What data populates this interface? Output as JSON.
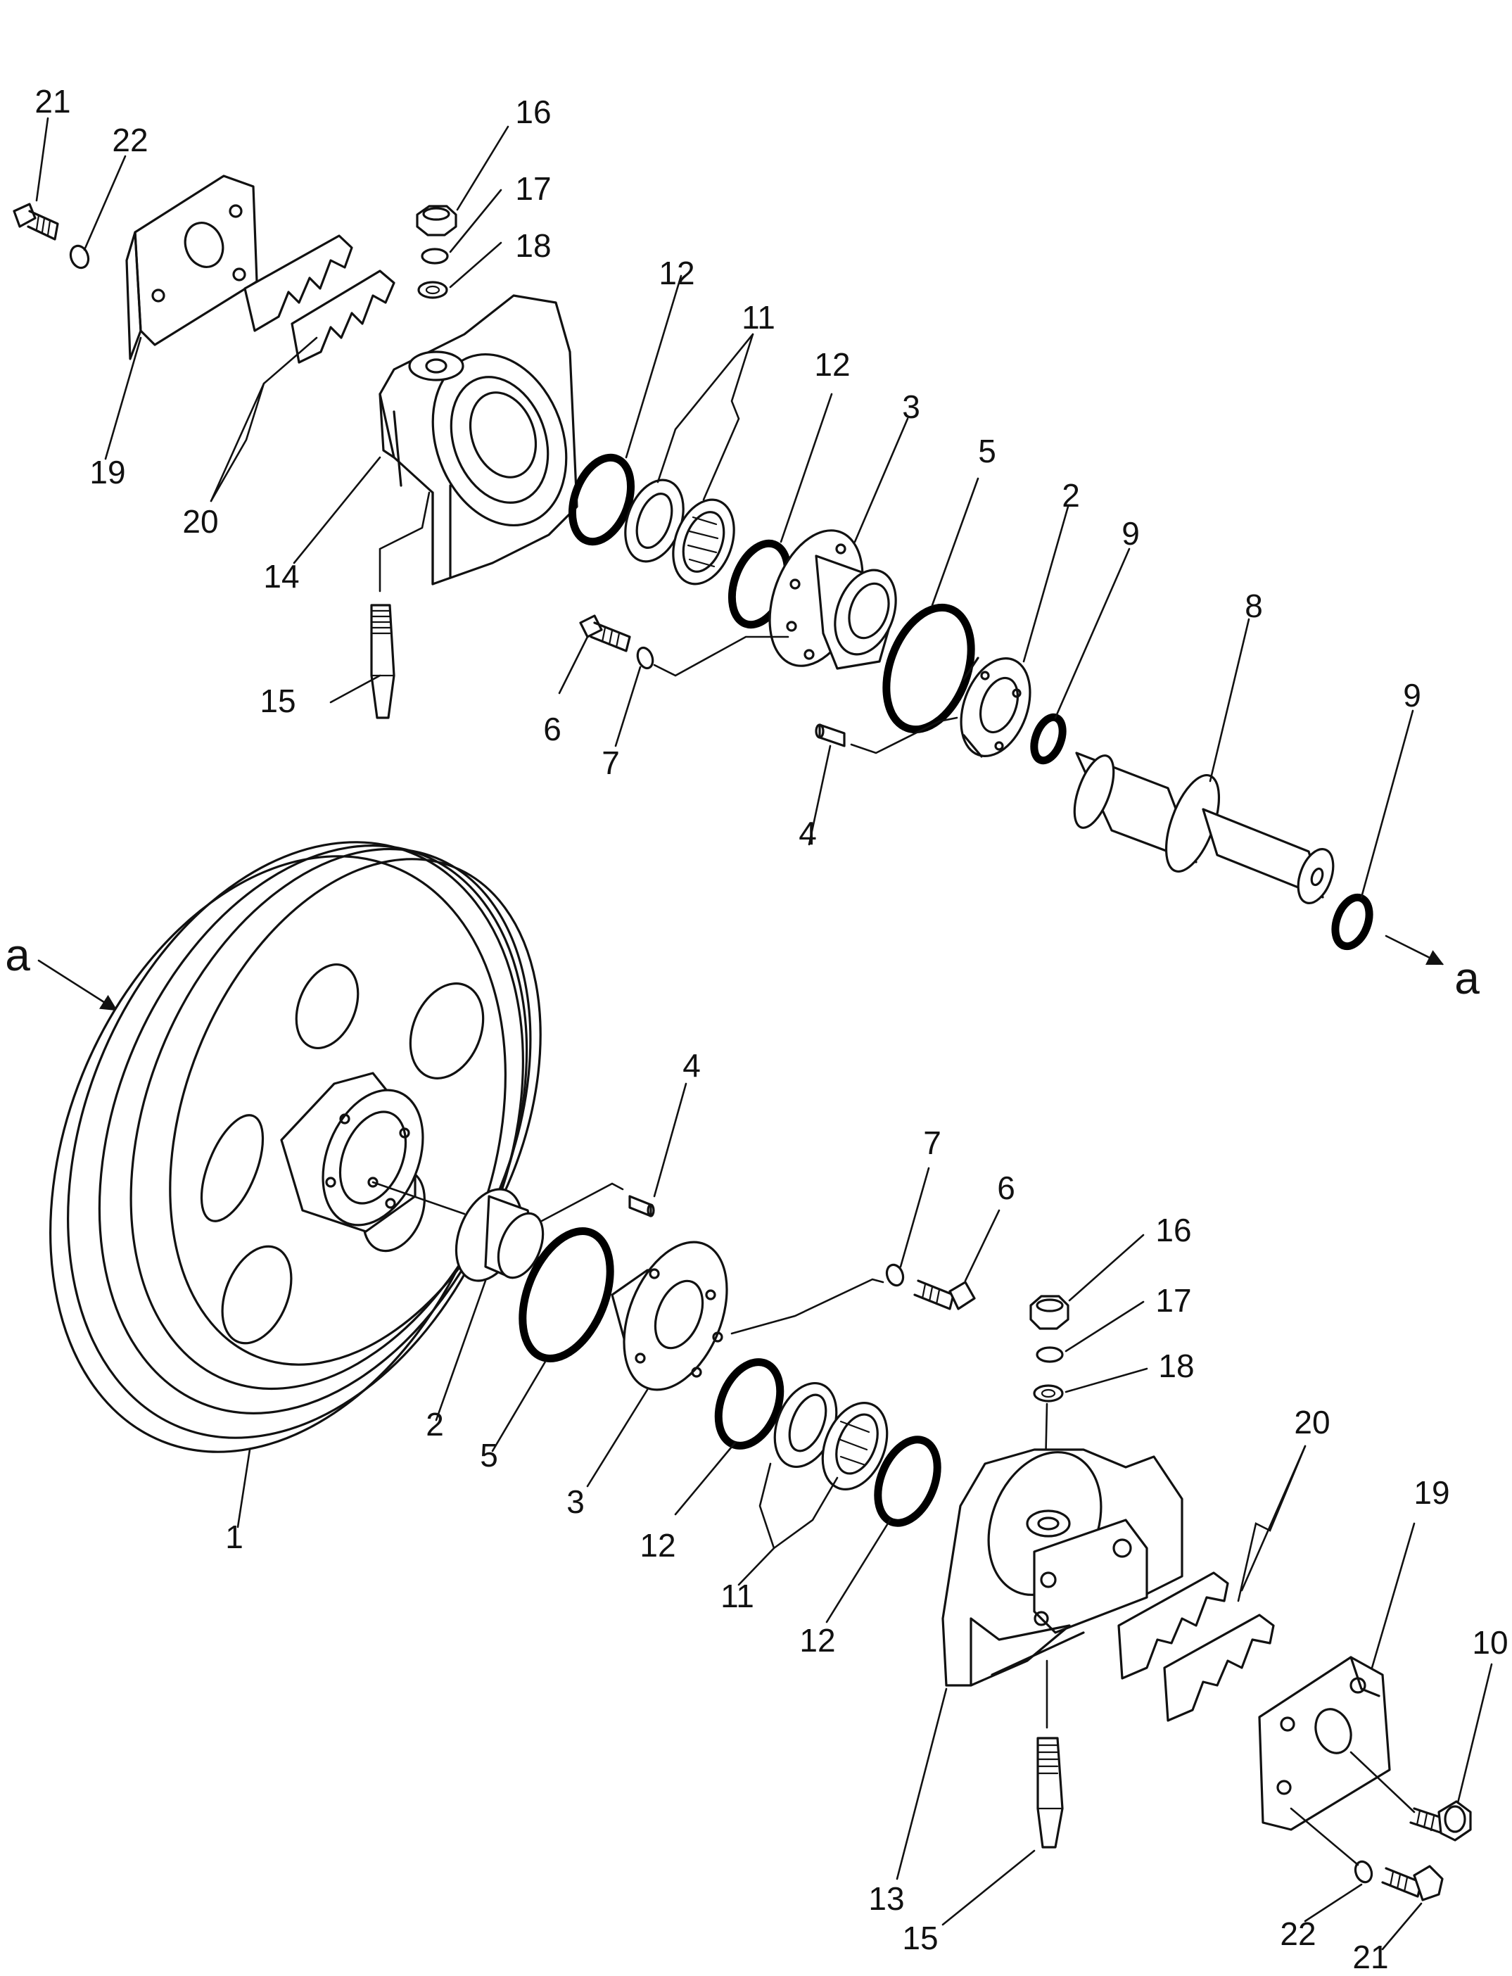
{
  "callouts": {
    "top": {
      "c21": "21",
      "c22": "22",
      "c16": "16",
      "c17": "17",
      "c18": "18",
      "c19": "19",
      "c20": "20",
      "c14": "14",
      "c15": "15",
      "c12a": "12",
      "c11": "11",
      "c12b": "12",
      "c3": "3",
      "c5": "5",
      "c2": "2",
      "c9a": "9",
      "c8": "8",
      "c9b": "9",
      "c6": "6",
      "c7": "7",
      "c4": "4"
    },
    "bottom": {
      "c1": "1",
      "c2": "2",
      "c5": "5",
      "c3": "3",
      "c12a": "12",
      "c11": "11",
      "c12b": "12",
      "c4": "4",
      "c7": "7",
      "c6": "6",
      "c16": "16",
      "c17": "17",
      "c18": "18",
      "c20": "20",
      "c19": "19",
      "c10": "10",
      "c13": "13",
      "c15": "15",
      "c22": "22",
      "c21": "21"
    }
  },
  "reference": {
    "left": "a",
    "right": "a"
  }
}
